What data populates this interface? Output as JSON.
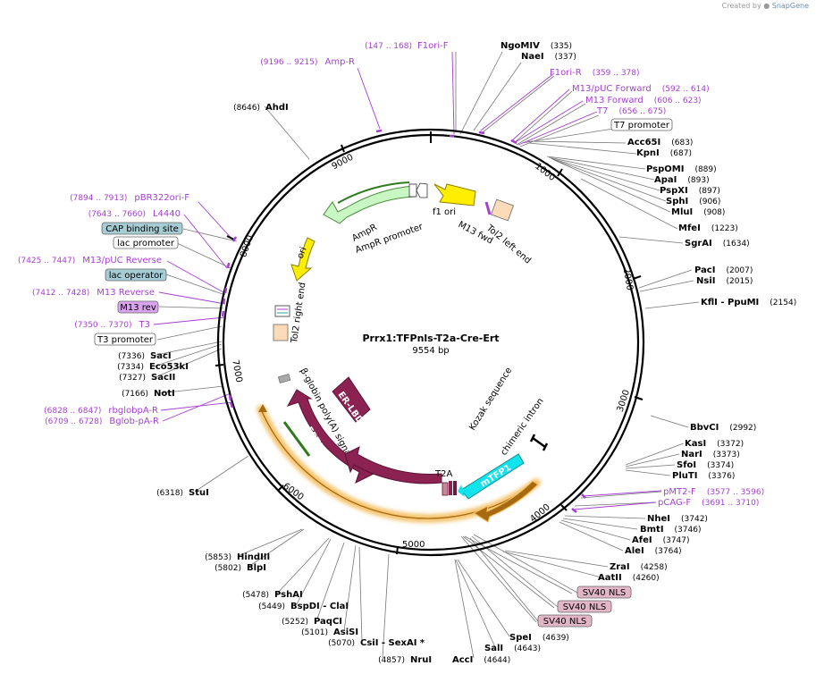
{
  "credit": {
    "prefix": "Created by",
    "brand": "SnapGene"
  },
  "plasmid": {
    "name": "Prrx1:TFPnls-T2a-Cre-Ert",
    "size": "9554 bp"
  },
  "ticks": [
    "1000",
    "2000",
    "3000",
    "4000",
    "5000",
    "6000",
    "7000",
    "8000",
    "9000"
  ],
  "enzymes": [
    {
      "name": "NgoMIV",
      "pos": "(335)"
    },
    {
      "name": "NaeI",
      "pos": "(337)"
    },
    {
      "name": "Acc65I",
      "pos": "(683)"
    },
    {
      "name": "KpnI",
      "pos": "(687)"
    },
    {
      "name": "PspOMI",
      "pos": "(889)"
    },
    {
      "name": "ApaI",
      "pos": "(893)"
    },
    {
      "name": "PspXI",
      "pos": "(897)"
    },
    {
      "name": "SphI",
      "pos": "(906)"
    },
    {
      "name": "MluI",
      "pos": "(908)"
    },
    {
      "name": "MfeI",
      "pos": "(1223)"
    },
    {
      "name": "SgrAI",
      "pos": "(1634)"
    },
    {
      "name": "PacI",
      "pos": "(2007)"
    },
    {
      "name": "NsiI",
      "pos": "(2015)"
    },
    {
      "name": "KflI  -  PpuMI",
      "pos": "(2154)"
    },
    {
      "name": "BbvCI",
      "pos": "(2992)"
    },
    {
      "name": "KasI",
      "pos": "(3372)"
    },
    {
      "name": "NarI",
      "pos": "(3373)"
    },
    {
      "name": "SfoI",
      "pos": "(3374)"
    },
    {
      "name": "PluTI",
      "pos": "(3376)"
    },
    {
      "name": "NheI",
      "pos": "(3742)"
    },
    {
      "name": "BmtI",
      "pos": "(3746)"
    },
    {
      "name": "AfeI",
      "pos": "(3747)"
    },
    {
      "name": "AleI",
      "pos": "(3764)"
    },
    {
      "name": "ZraI",
      "pos": "(4258)"
    },
    {
      "name": "AatII",
      "pos": "(4260)"
    },
    {
      "name": "SpeI",
      "pos": "(4639)"
    },
    {
      "name": "SalI",
      "pos": "(4643)"
    },
    {
      "name": "AccI",
      "pos": "(4644)"
    },
    {
      "name": "NruI",
      "pos": "(4857)"
    },
    {
      "name": "CsiI  -  SexAI *",
      "pos": "(5070)"
    },
    {
      "name": "AsiSI",
      "pos": "(5101)"
    },
    {
      "name": "PaqCI",
      "pos": "(5252)"
    },
    {
      "name": "BspDI  -  ClaI",
      "pos": "(5449)"
    },
    {
      "name": "PshAI",
      "pos": "(5478)"
    },
    {
      "name": "BlpI",
      "pos": "(5802)"
    },
    {
      "name": "HindIII",
      "pos": "(5853)"
    },
    {
      "name": "StuI",
      "pos": "(6318)"
    },
    {
      "name": "NotI",
      "pos": "(7166)"
    },
    {
      "name": "SacII",
      "pos": "(7327)"
    },
    {
      "name": "Eco53kI",
      "pos": "(7334)"
    },
    {
      "name": "SacI",
      "pos": "(7336)"
    },
    {
      "name": "AhdI",
      "pos": "(8646)"
    }
  ],
  "primers": [
    {
      "name": "F1ori-F",
      "pos": "(147 .. 168)"
    },
    {
      "name": "Amp-R",
      "pos": "(9196 .. 9215)"
    },
    {
      "name": "F1ori-R",
      "pos": "(359 .. 378)"
    },
    {
      "name": "M13/pUC Forward",
      "pos": "(592 .. 614)"
    },
    {
      "name": "M13 Forward",
      "pos": "(606 .. 623)"
    },
    {
      "name": "T7",
      "pos": "(656 .. 675)"
    },
    {
      "name": "pMT2-F",
      "pos": "(3577 .. 3596)"
    },
    {
      "name": "pCAG-F",
      "pos": "(3691 .. 3710)"
    },
    {
      "name": "pBR322ori-F",
      "pos": "(7894 .. 7913)"
    },
    {
      "name": "L4440",
      "pos": "(7643 .. 7660)"
    },
    {
      "name": "M13/pUC Reverse",
      "pos": "(7425 .. 7447)"
    },
    {
      "name": "M13 Reverse",
      "pos": "(7412 .. 7428)"
    },
    {
      "name": "T3",
      "pos": "(7350 .. 7370)"
    },
    {
      "name": "rbglobpA-R",
      "pos": "(6828 .. 6847)"
    },
    {
      "name": "Bglob-pA-R",
      "pos": "(6709 .. 6728)"
    }
  ],
  "boxed": [
    {
      "name": "T7 promoter"
    },
    {
      "name": "CAP binding site"
    },
    {
      "name": "lac promoter"
    },
    {
      "name": "lac operator"
    },
    {
      "name": "M13 rev"
    },
    {
      "name": "T3 promoter"
    },
    {
      "name": "SV40 NLS"
    },
    {
      "name": "SV40 NLS"
    },
    {
      "name": "SV40 NLS"
    }
  ],
  "features": {
    "ampr": "AmpR",
    "ampr_promoter": "AmpR promoter",
    "f1_ori": "f1 ori",
    "m13_fwd": "M13 fwd",
    "tol2_left": "Tol2 left end",
    "ori": "ori",
    "tol2_right": "Tol2 right end",
    "er_lbd": "ER-LBD",
    "beta_globin": "β-globin poly(A) signal",
    "ert2": "ERT2",
    "cre": "Cre",
    "t2a": "T2A",
    "mtfp1": "mTFP1",
    "chimeric_intron": "chimeric intron",
    "kozak": "Kozak sequence"
  },
  "colors": {
    "primer": "#a63fd1",
    "ampr": "#c9f7c3",
    "f1ori": "#ffee00",
    "ori": "#ffee00",
    "tol2": "#fcdcb8",
    "maroon": "#8b2252",
    "mtfp1": "#12e3ec",
    "orange_glow": "#f4c063",
    "box_blue": "#a6ccd4",
    "box_purple": "#d9a3ee",
    "box_pink": "#e2b6c6"
  }
}
